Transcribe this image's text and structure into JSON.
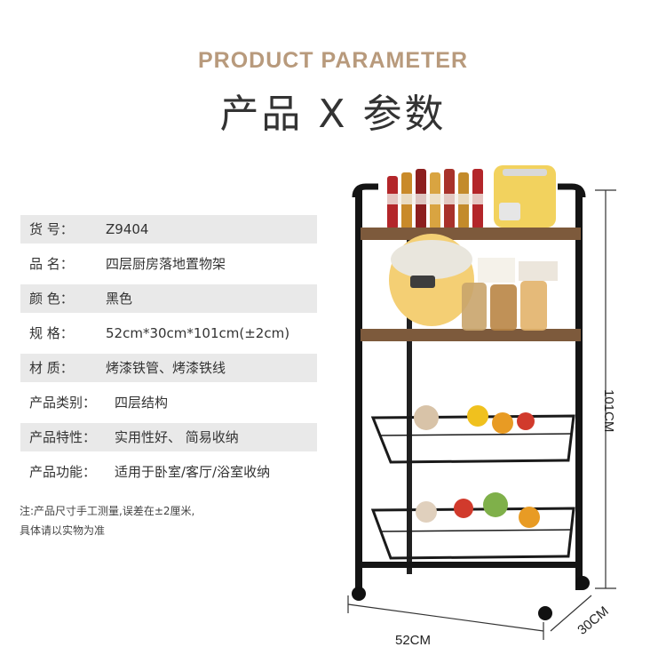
{
  "header": {
    "title_en": "PRODUCT PARAMETER",
    "title_zh": "产品 X 参数"
  },
  "params": [
    {
      "label": "货 号：",
      "value": "Z9404"
    },
    {
      "label": "品 名：",
      "value": "四层厨房落地置物架"
    },
    {
      "label": "颜 色：",
      "value": "黑色"
    },
    {
      "label": "规 格：",
      "value": "52cm*30cm*101cm(±2cm)"
    },
    {
      "label": "材 质：",
      "value": "烤漆铁管、烤漆铁线"
    },
    {
      "label": "产品类别：",
      "value": "四层结构"
    },
    {
      "label": "产品特性：",
      "value": "实用性好、 简易收纳"
    },
    {
      "label": "产品功能：",
      "value": "适用于卧室/客厅/浴室收纳"
    }
  ],
  "note": {
    "line1": "注:产品尺寸手工测量,误差在±2厘米,",
    "line2": "具体请以实物为准"
  },
  "dimensions": {
    "width": "52CM",
    "height": "101CM",
    "depth": "30CM"
  }
}
